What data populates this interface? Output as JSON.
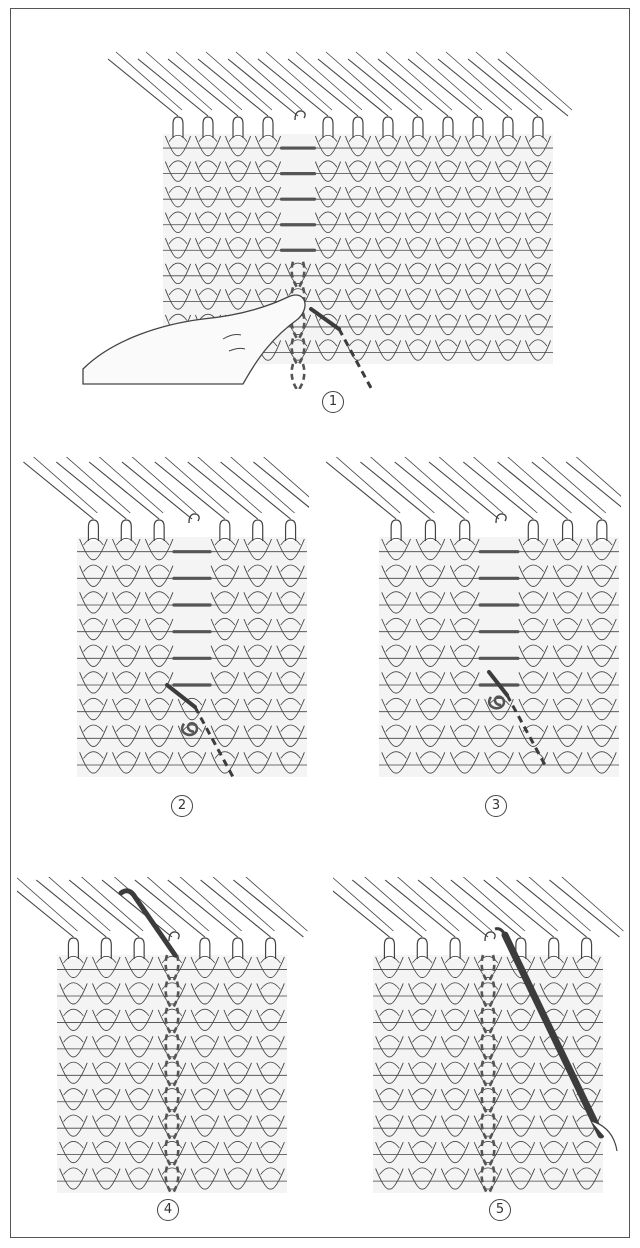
{
  "figure": {
    "steps": [
      {
        "label": "1"
      },
      {
        "label": "2"
      },
      {
        "label": "3"
      },
      {
        "label": "4"
      },
      {
        "label": "5"
      }
    ],
    "colors": {
      "line": "#444444",
      "yarn": "#555555",
      "fabric": "#f4f4f4",
      "frame": "#555555",
      "tool": "#3c3c3c",
      "finger": "#fafafa"
    },
    "icons": {
      "needle": "latch-needle-icon",
      "hook": "crochet-hook-icon",
      "hand": "hand-icon"
    }
  }
}
